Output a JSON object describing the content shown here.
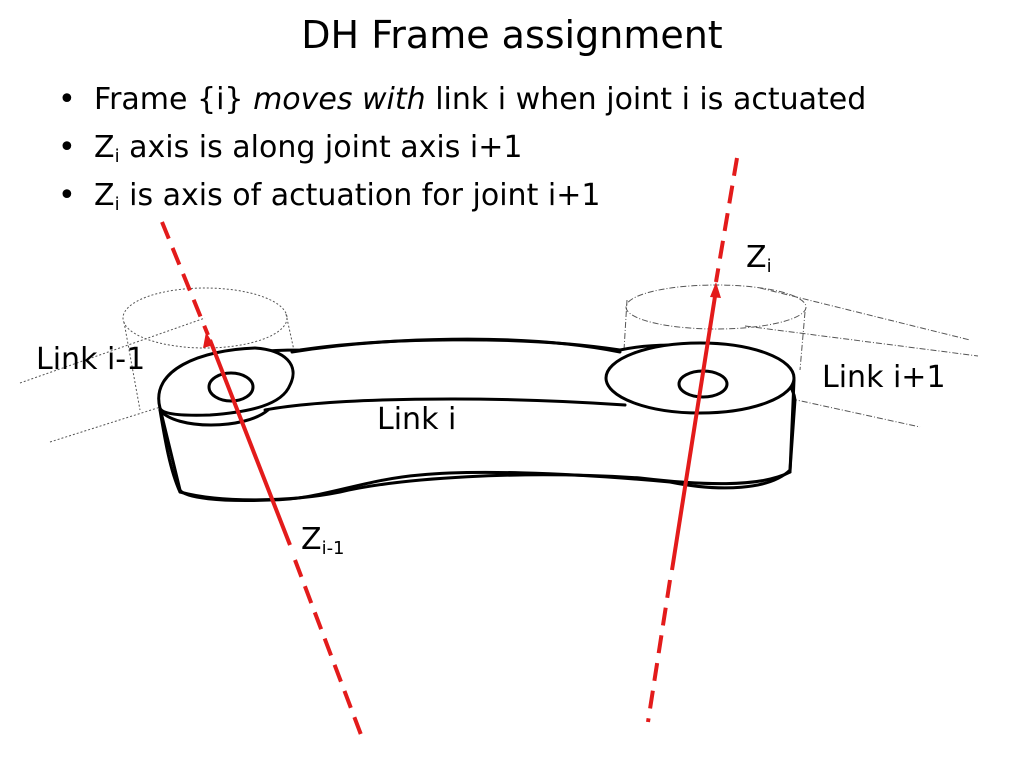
{
  "slide": {
    "title": "DH Frame assignment",
    "bullets": [
      {
        "parts": [
          {
            "text": "Frame {i} ",
            "style": "normal"
          },
          {
            "text": "moves with",
            "style": "italic"
          },
          {
            "text": " link i when joint i is actuated",
            "style": "normal"
          }
        ]
      },
      {
        "main": "Z",
        "sub": "i",
        "rest": " axis is along joint axis i+1"
      },
      {
        "main": "Z",
        "sub": "i",
        "rest": " is axis of actuation for joint i+1"
      }
    ],
    "bullet_glyph": "•"
  },
  "diagram": {
    "labels": {
      "link_prev": "Link i-1",
      "link_cur": "Link i",
      "link_next": "Link i+1",
      "axis_cur_main": "Z",
      "axis_cur_sub": "i",
      "axis_prev_main": "Z",
      "axis_prev_sub": "i-1"
    },
    "colors": {
      "axis": "#e31b1b",
      "outline": "#000000",
      "ghost": "#555555",
      "background": "#ffffff"
    }
  }
}
